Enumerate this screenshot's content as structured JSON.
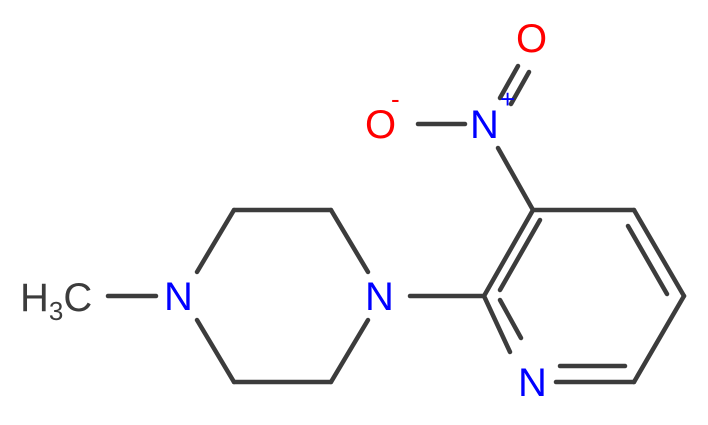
{
  "molecule": {
    "atoms": {
      "methyl": {
        "main": "H",
        "sub": "3",
        "tail": "C",
        "color": "#3c3c3c"
      },
      "n_piperazine_1": {
        "symbol": "N",
        "color": "#0000ff"
      },
      "n_piperazine_4": {
        "symbol": "N",
        "color": "#0000ff"
      },
      "n_pyridine": {
        "symbol": "N",
        "color": "#0000ff"
      },
      "n_nitro": {
        "symbol": "N",
        "charge": "+",
        "color": "#0000ff"
      },
      "o_double": {
        "symbol": "O",
        "color": "#ff0000"
      },
      "o_single": {
        "symbol": "O",
        "charge": "-",
        "color": "#ff0000"
      }
    },
    "bond_color": "#3c3c3c"
  }
}
